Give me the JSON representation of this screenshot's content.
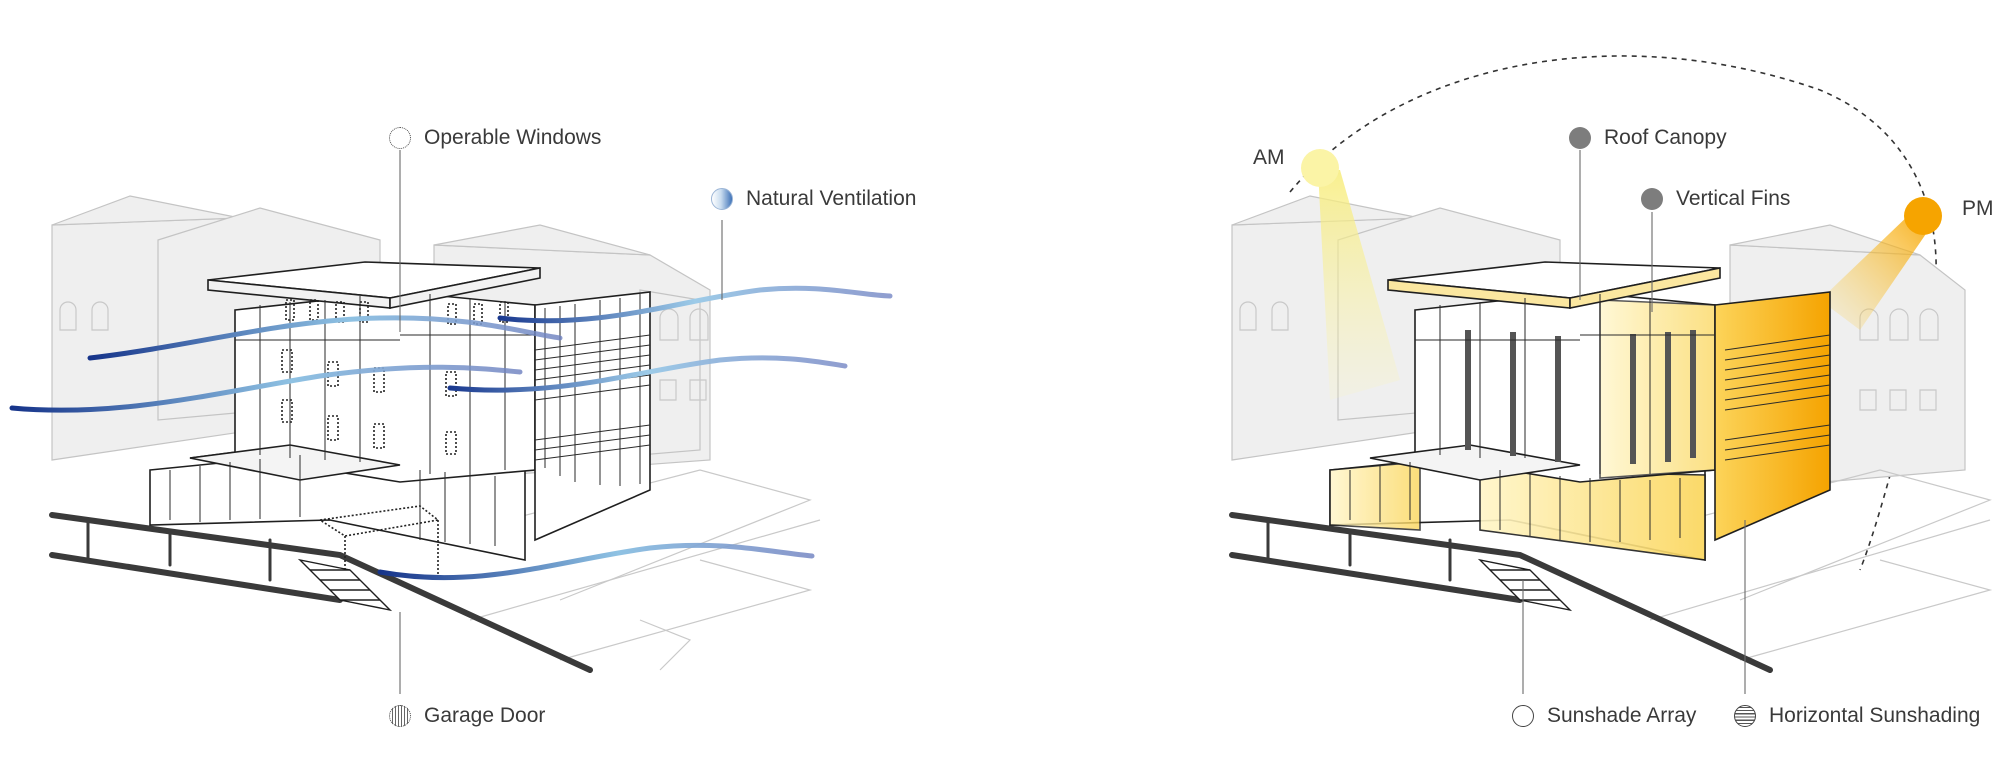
{
  "left_diagram": {
    "callouts": [
      {
        "key": "operable",
        "label": "Operable Windows",
        "marker_icon": "dotted-circle-icon"
      },
      {
        "key": "ventilation",
        "label": "Natural Ventilation",
        "marker_icon": "blue-gradient-circle-icon"
      },
      {
        "key": "garage",
        "label": "Garage Door",
        "marker_icon": "vertical-hatch-circle-icon"
      }
    ],
    "colors": {
      "airflow_dark": "#16348a",
      "airflow_light": "#8fc2e3"
    }
  },
  "right_diagram": {
    "sun_labels": {
      "am": "AM",
      "pm": "PM"
    },
    "callouts": [
      {
        "key": "canopy",
        "label": "Roof Canopy",
        "marker_icon": "gray-filled-circle-icon"
      },
      {
        "key": "fins",
        "label": "Vertical Fins",
        "marker_icon": "gray-filled-circle-icon"
      },
      {
        "key": "sunshade",
        "label": "Sunshade Array",
        "marker_icon": "open-circle-icon"
      },
      {
        "key": "horizontal",
        "label": "Horizontal Sunshading",
        "marker_icon": "horizontal-hatch-circle-icon"
      }
    ],
    "colors": {
      "am_sun": "#fbf4a6",
      "pm_sun": "#f6a400",
      "sunlit_facade": "#fbd65a"
    }
  }
}
